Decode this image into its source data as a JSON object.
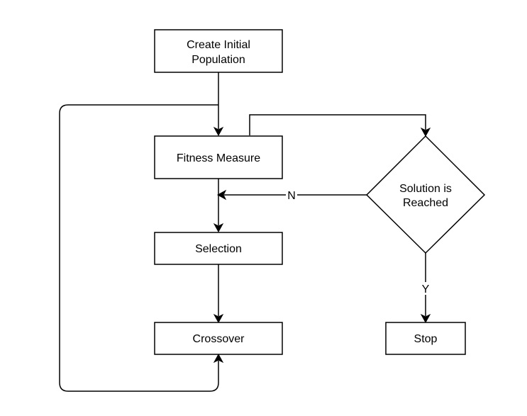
{
  "diagram": {
    "nodes": {
      "create_population": {
        "lines": [
          "Create Initial",
          "Population"
        ],
        "shape": "rectangle"
      },
      "fitness_measure": {
        "lines": [
          "Fitness Measure"
        ],
        "shape": "rectangle"
      },
      "selection": {
        "lines": [
          "Selection"
        ],
        "shape": "rectangle"
      },
      "crossover": {
        "lines": [
          "Crossover"
        ],
        "shape": "rectangle"
      },
      "solution_reached": {
        "lines": [
          "Solution is",
          "Reached"
        ],
        "shape": "diamond"
      },
      "stop": {
        "lines": [
          "Stop"
        ],
        "shape": "rectangle"
      }
    },
    "edges": {
      "no_label": "N",
      "yes_label": "Y"
    },
    "colors": {
      "stroke": "#000000",
      "fill": "#ffffff"
    }
  }
}
